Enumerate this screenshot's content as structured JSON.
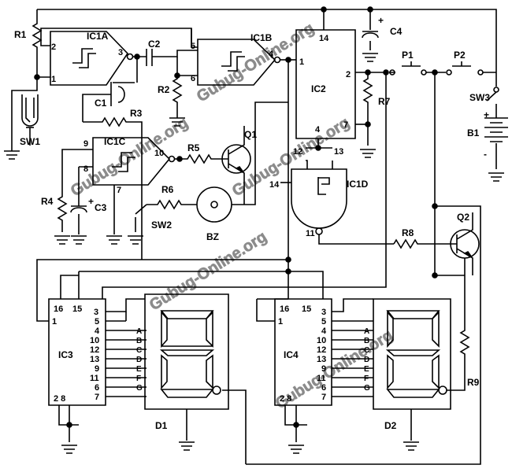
{
  "watermark": "Gubug-Online.org",
  "components": {
    "R1": "R1",
    "R2": "R2",
    "R3": "R3",
    "R4": "R4",
    "R5": "R5",
    "R6": "R6",
    "R7": "R7",
    "R8": "R8",
    "R9": "R9",
    "C1": "C1",
    "C2": "C2",
    "C3": "C3",
    "C4": "C4",
    "IC1A": "IC1A",
    "IC1B": "IC1B",
    "IC1C": "IC1C",
    "IC1D": "IC1D",
    "IC2": "IC2",
    "IC3": "IC3",
    "IC4": "IC4",
    "Q1": "Q1",
    "Q2": "Q2",
    "BZ": "BZ",
    "SW1": "SW1",
    "SW2": "SW2",
    "SW3": "SW3",
    "P1": "P1",
    "P2": "P2",
    "B1": "B1",
    "D1": "D1",
    "D2": "D2"
  },
  "ic2_pins": [
    "14",
    "1",
    "2",
    "4",
    "7",
    "12",
    "13"
  ],
  "ic1_pins": [
    "1",
    "2",
    "3",
    "4",
    "5",
    "6",
    "9",
    "8",
    "10",
    "7",
    "14",
    "11"
  ],
  "decoder_pins": {
    "top": [
      "16",
      "15",
      "3"
    ],
    "left": "1",
    "right": [
      "5",
      "4",
      "10",
      "12",
      "13",
      "9",
      "11",
      "6",
      "7"
    ],
    "bottom": "2 8"
  },
  "segments": [
    "A",
    "B",
    "C",
    "D",
    "E",
    "F",
    "G"
  ],
  "polarity": {
    "plus": "+",
    "minus": "-"
  }
}
